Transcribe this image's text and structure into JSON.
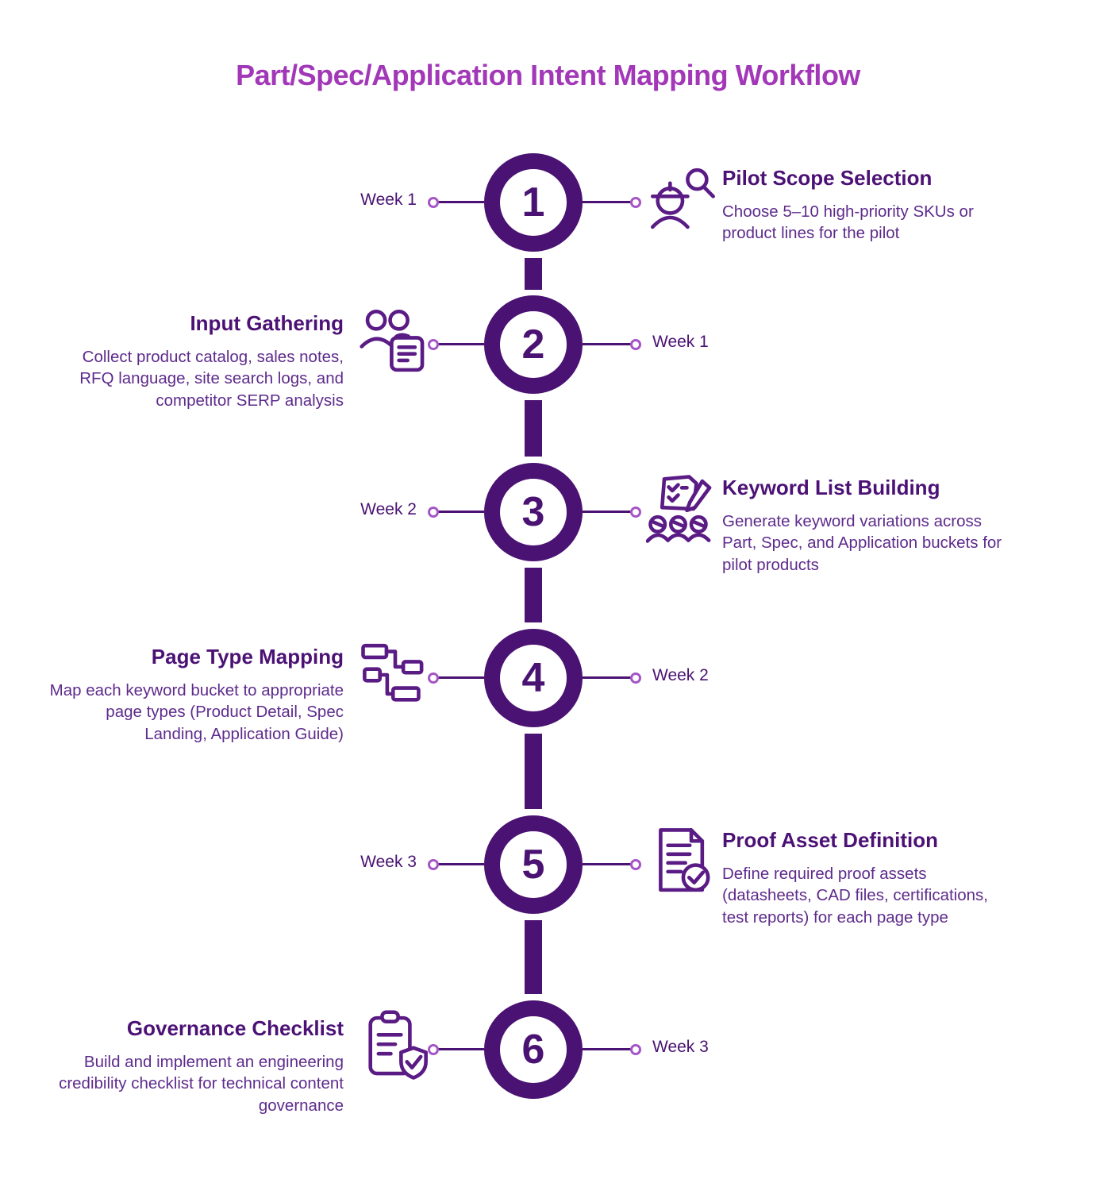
{
  "title": "Part/Spec/Application Intent Mapping Workflow",
  "colors": {
    "background": "#ffffff",
    "title_accent": "#a238b8",
    "timeline_dark_purple": "#4a1272",
    "heading_purple": "#4c1175",
    "body_text_purple": "#5e2b8c",
    "connector_dot_purple": "#a555c5",
    "icon_stroke_purple": "#5a1b85"
  },
  "steps": [
    {
      "number": "1",
      "week": "Week 1",
      "week_side": "left",
      "content_side": "right",
      "title": "Pilot Scope Selection",
      "description": "Choose 5–10 high-priority SKUs or product lines for the pilot",
      "icon": "person-search-icon"
    },
    {
      "number": "2",
      "week": "Week 1",
      "week_side": "right",
      "content_side": "left",
      "title": "Input Gathering",
      "description": "Collect product catalog, sales notes, RFQ language, site search logs, and competitor SERP analysis",
      "icon": "team-document-icon"
    },
    {
      "number": "3",
      "week": "Week 2",
      "week_side": "left",
      "content_side": "right",
      "title": "Keyword List Building",
      "description": "Generate keyword variations across Part, Spec, and Application buckets for pilot products",
      "icon": "checklist-pencil-people-icon"
    },
    {
      "number": "4",
      "week": "Week 2",
      "week_side": "right",
      "content_side": "left",
      "title": "Page Type Mapping",
      "description": "Map each keyword bucket to appropriate page types (Product Detail, Spec Landing, Application Guide)",
      "icon": "sitemap-icon"
    },
    {
      "number": "5",
      "week": "Week 3",
      "week_side": "left",
      "content_side": "right",
      "title": "Proof Asset Definition",
      "description": "Define required proof assets (datasheets, CAD files, certifications, test reports) for each page type",
      "icon": "document-check-icon"
    },
    {
      "number": "6",
      "week": "Week 3",
      "week_side": "right",
      "content_side": "left",
      "title": "Governance Checklist",
      "description": "Build and implement an engineering credibility checklist for technical content governance",
      "icon": "clipboard-shield-icon"
    }
  ]
}
